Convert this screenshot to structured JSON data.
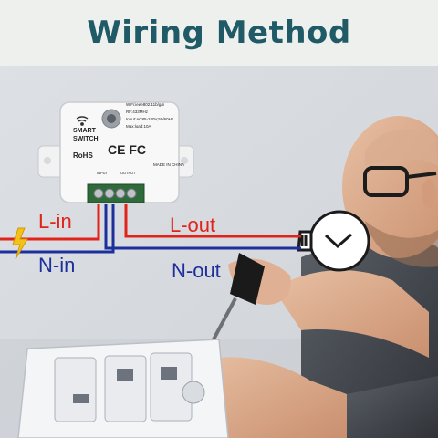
{
  "header": {
    "title": "Wiring Method"
  },
  "labels": {
    "l_in": "L-in",
    "n_in": "N-in",
    "l_out": "L-out",
    "n_out": "N-out"
  },
  "module": {
    "name_line1": "SMART",
    "name_line2": "SWITCH",
    "marks": "CE FC",
    "rohs": "RoHS",
    "spec_lines": [
      "WiFi:ieee802.11b/g/n",
      "RF:433MHz",
      "Input:AC85-240V,50/60Hz",
      "Max:load:10A"
    ],
    "made_in": "MADE IN CHINA",
    "input_label": "INPUT",
    "output_label": "OUTPUT"
  },
  "colors": {
    "live": "#e2231a",
    "neutral": "#1d2f9c",
    "title": "#1f5a66"
  }
}
